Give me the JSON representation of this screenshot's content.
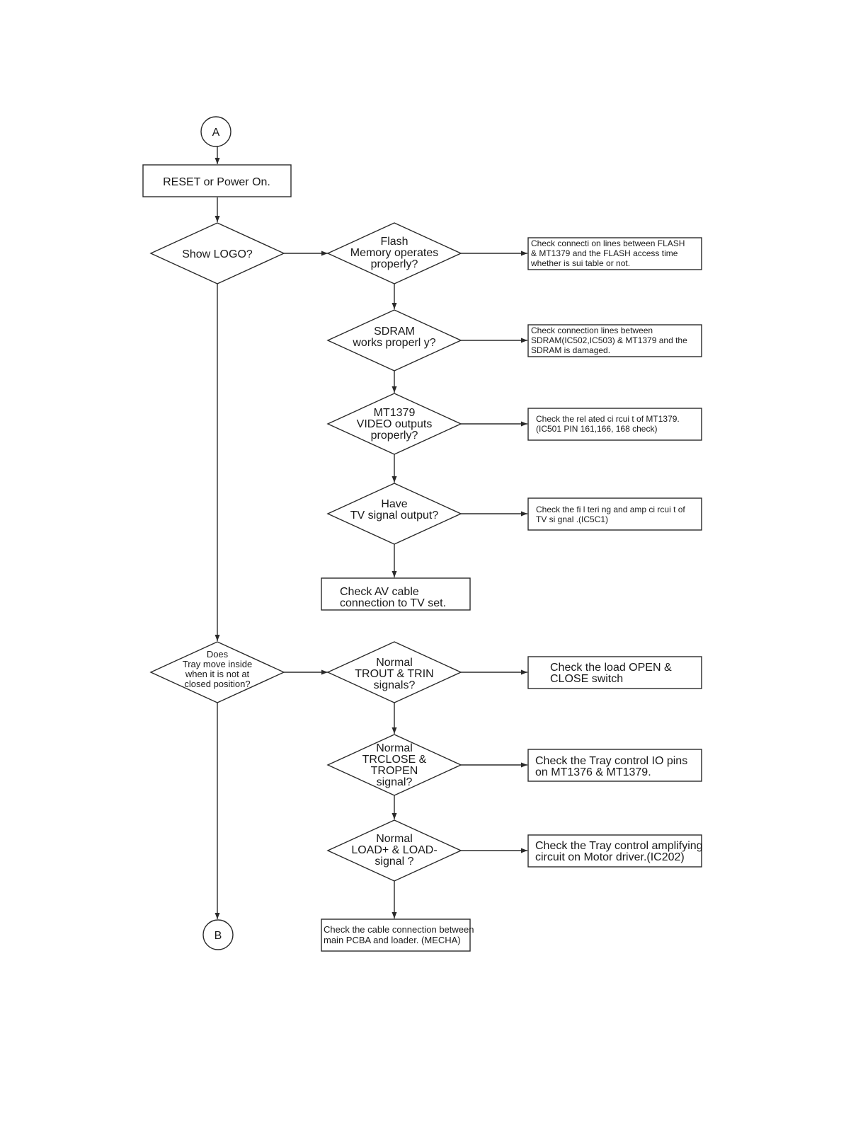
{
  "connectors": {
    "a": "A",
    "b": "B"
  },
  "nodes": {
    "reset": [
      "RESET or Power On."
    ],
    "show_logo": [
      "Show LOGO?"
    ],
    "flash": [
      "Flash",
      "Memory operates",
      "properly?"
    ],
    "flash_fix": [
      "Check connecti on lines between FLASH",
      "& MT1379 and the FLASH access time",
      "whether is sui table or not."
    ],
    "sdram": [
      "SDRAM",
      "works properl y?"
    ],
    "sdram_fix": [
      "Check connection lines between",
      "SDRAM(IC502,IC503) & MT1379 and the",
      "SDRAM is damaged."
    ],
    "video": [
      "MT1379",
      "VIDEO outputs",
      "properly?"
    ],
    "video_fix": [
      "Check the rel ated ci rcui t of MT1379.",
      "(IC501 PIN 161,166, 168 check)"
    ],
    "tv_signal": [
      "Have",
      "TV signal output?"
    ],
    "tv_fix": [
      "Check the fi l teri ng and amp ci rcui t of",
      "TV si gnal .(IC5C1)"
    ],
    "av_cable": [
      "Check AV cable",
      "connection to TV set."
    ],
    "tray": [
      "Does",
      "Tray move inside",
      "when it is not at",
      "closed position?"
    ],
    "trout": [
      "Normal",
      "TROUT & TRIN",
      "signals?"
    ],
    "trout_fix": [
      "Check the load OPEN &",
      "CLOSE switch"
    ],
    "trclose": [
      "Normal",
      "TRCLOSE &",
      "TROPEN",
      "signal?"
    ],
    "trclose_fix": [
      "Check the Tray control IO pins",
      "on MT1376 & MT1379."
    ],
    "load": [
      "Normal",
      "LOAD+ & LOAD-",
      "signal ?"
    ],
    "load_fix": [
      "Check the Tray control amplifying",
      "circuit on Motor driver.(IC202)"
    ],
    "cable_fix": [
      "Check the cable connection between",
      "main PCBA and loader. (MECHA)"
    ]
  }
}
